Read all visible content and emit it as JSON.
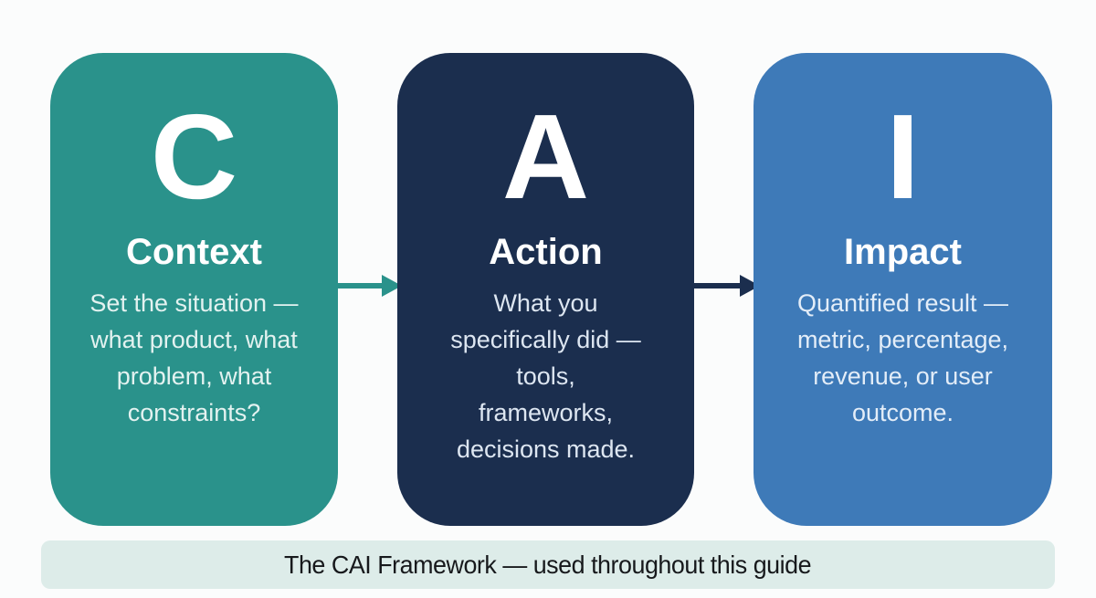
{
  "page": {
    "background": "#fbfcfc"
  },
  "cards": [
    {
      "letter": "C",
      "title": "Context",
      "body": "Set the situation —\nwhat product, what\nproblem, what\nconstraints?",
      "bg": "#2a928b",
      "text_color": "#ffffff",
      "body_color": "#e3f2f0"
    },
    {
      "letter": "A",
      "title": "Action",
      "body": "What you\nspecifically did —\ntools,\nframeworks,\ndecisions made.",
      "bg": "#1b2e4e",
      "text_color": "#ffffff",
      "body_color": "#dde6f1"
    },
    {
      "letter": "I",
      "title": "Impact",
      "body": "Quantified result —\nmetric, percentage,\nrevenue, or user\noutcome.",
      "bg": "#3e7ab8",
      "text_color": "#ffffff",
      "body_color": "#e3edf8"
    }
  ],
  "arrows": [
    {
      "name": "context-to-action",
      "color": "#2a928b"
    },
    {
      "name": "action-to-impact",
      "color": "#1b2e4e"
    }
  ],
  "footer": {
    "label": "The CAI Framework — used throughout this guide",
    "bg": "#ddece9",
    "text_color": "#17191c"
  }
}
